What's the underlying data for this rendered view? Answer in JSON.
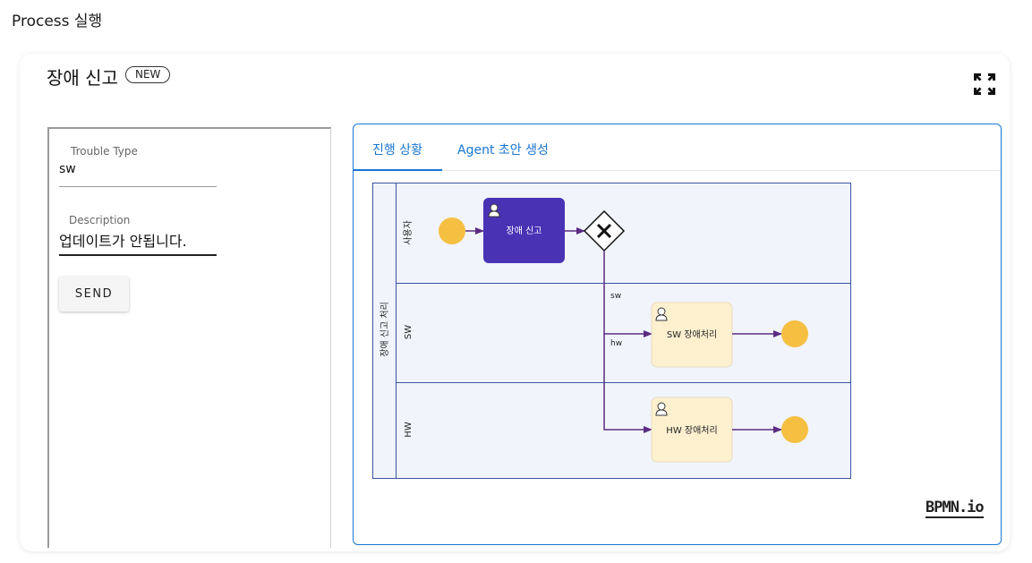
{
  "window": {
    "title": "Process 실행"
  },
  "card": {
    "title": "장애 신고",
    "badge": "NEW",
    "expand_icon": "fullscreen-icon"
  },
  "form": {
    "trouble_type": {
      "label": "Trouble Type",
      "value": "sw"
    },
    "description": {
      "label": "Description",
      "value": "업데이트가 안됩니다."
    },
    "send_label": "SEND"
  },
  "tabs": [
    {
      "label": "진행 상황",
      "active": true
    },
    {
      "label": "Agent 초안 생성",
      "active": false
    }
  ],
  "diagram": {
    "pool_label": "장애 신고 처리",
    "lanes": [
      "사용자",
      "SW",
      "HW"
    ],
    "tasks": {
      "report": "장애 신고",
      "sw": "SW 장애처리",
      "hw": "HW 장애처리"
    },
    "flows": {
      "sw": "sw",
      "hw": "hw"
    },
    "colors": {
      "active_task": "#4a32b5",
      "pending_task": "#fdf0cf",
      "event": "#f5bf42",
      "flow": "#5b2c83",
      "pool_fill": "#f1f4fa",
      "pool_stroke": "#3a54a4"
    }
  },
  "branding": {
    "logo": "BPMN.io"
  }
}
